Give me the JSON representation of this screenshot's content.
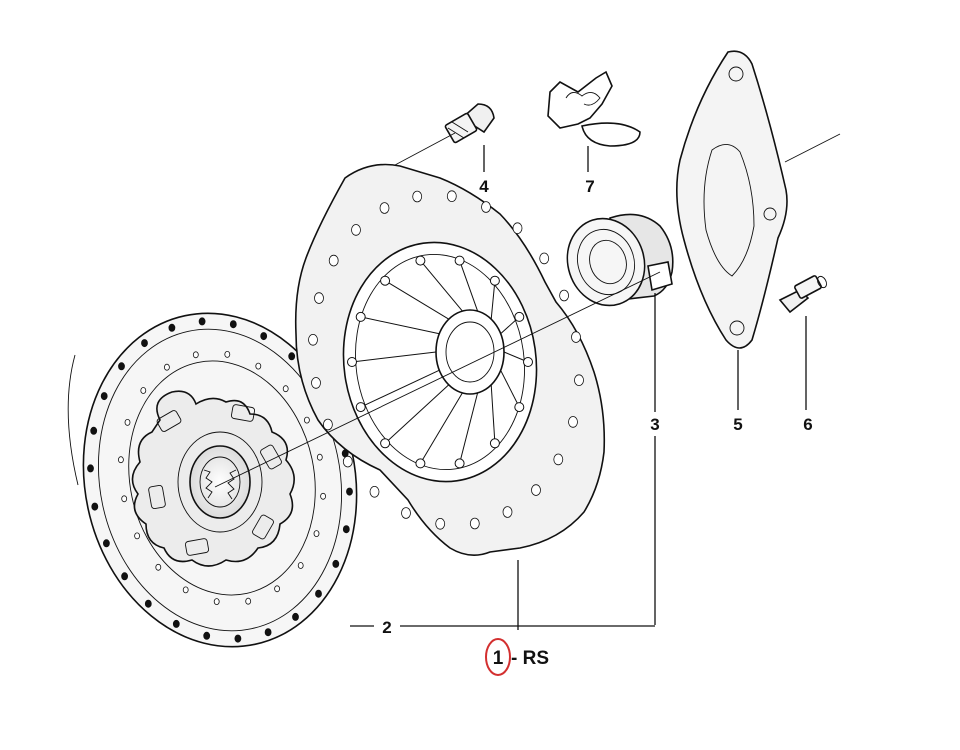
{
  "parts": [
    {
      "id": "1",
      "label": "1",
      "suffix": "- RS",
      "highlighted": true
    },
    {
      "id": "2",
      "label": "2"
    },
    {
      "id": "3",
      "label": "3"
    },
    {
      "id": "4",
      "label": "4"
    },
    {
      "id": "5",
      "label": "5"
    },
    {
      "id": "6",
      "label": "6"
    },
    {
      "id": "7",
      "label": "7"
    }
  ],
  "colors": {
    "ink": "#111111",
    "part_fill": "#f4f4f4",
    "shade": "#d9d9d9",
    "highlight": "#d32f2f",
    "background": "#ffffff"
  }
}
